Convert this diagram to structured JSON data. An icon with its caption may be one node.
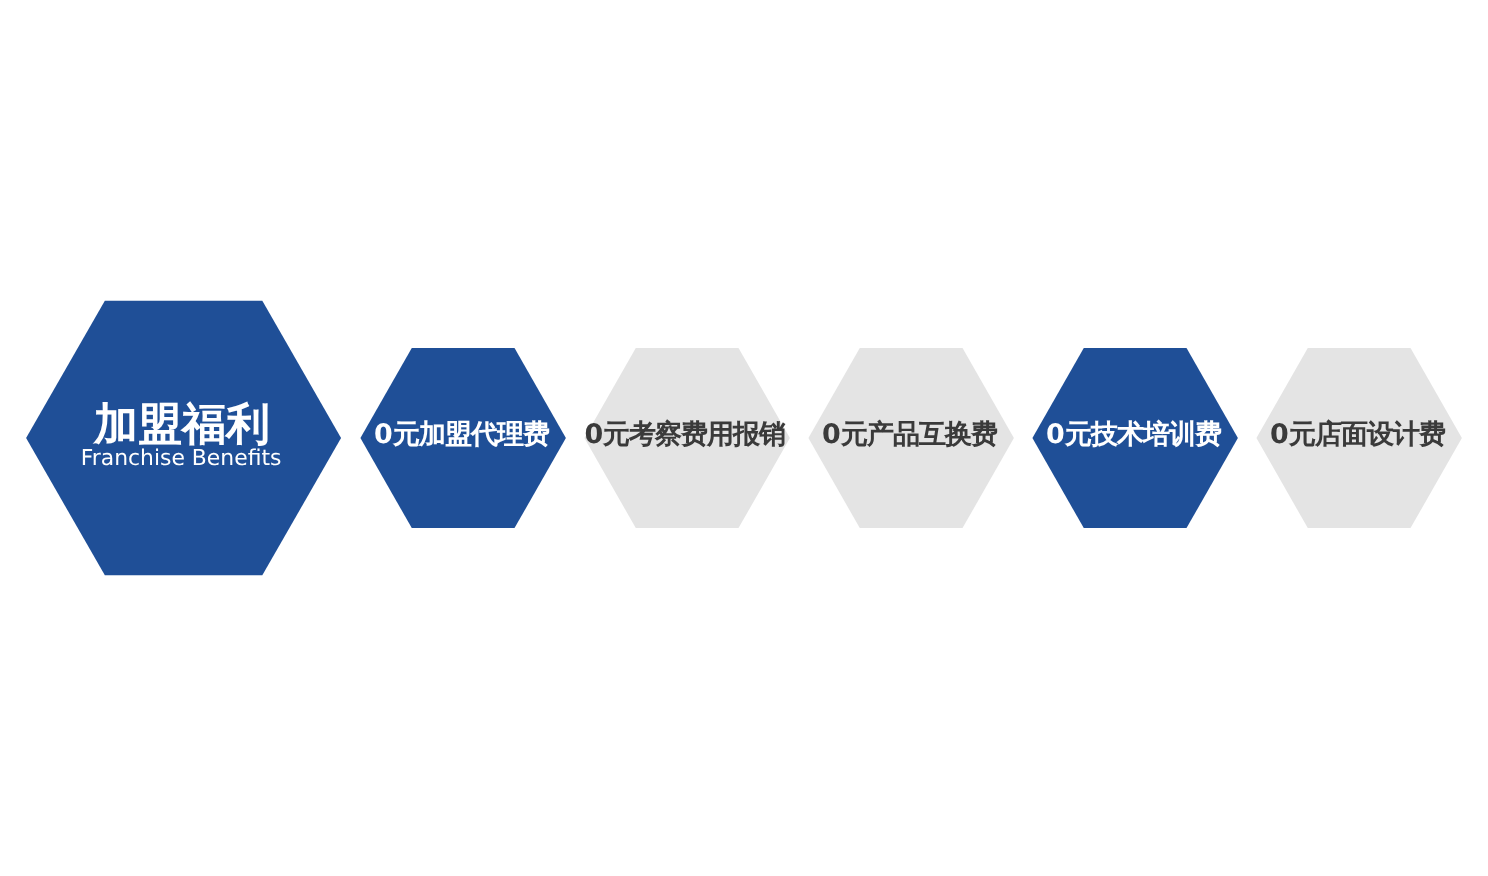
{
  "diagram": {
    "nodes": [
      {
        "text": [
          "加盟福利",
          "Franchise Benefits"
        ]
      },
      {
        "text": [
          "0元加盟代理费"
        ]
      },
      {
        "text": [
          "0元考察费用报销"
        ]
      },
      {
        "text": [
          "0元产品互换费"
        ]
      },
      {
        "text": [
          "0元技术培训费"
        ]
      },
      {
        "text": [
          "0元店面设计费"
        ]
      }
    ],
    "edges": []
  }
}
